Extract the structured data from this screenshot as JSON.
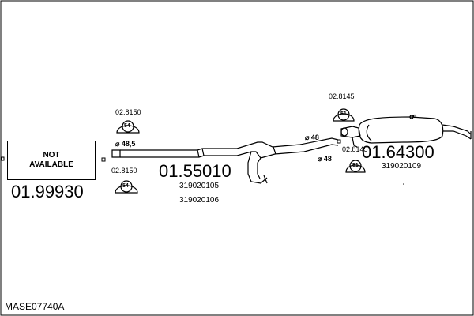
{
  "parts": {
    "front": {
      "status": "NOT\nAVAILABLE",
      "ref": "01.99930"
    },
    "middle": {
      "ref": "01.55010",
      "oe_1": "319020105",
      "oe_2": "319020106",
      "diameter": "⌀ 48,5"
    },
    "rear": {
      "ref": "01.64300",
      "oe_1": "319020109"
    },
    "clamps": [
      {
        "ref": "02.8150",
        "badge": "54"
      },
      {
        "ref": "02.8150",
        "badge": "54"
      },
      {
        "ref": "02.8145",
        "badge": "51"
      },
      {
        "ref": "02.8145",
        "badge": "51"
      }
    ],
    "diameters": [
      "⌀ 48",
      "⌀ 48"
    ]
  },
  "model_code": "MASE07740A"
}
